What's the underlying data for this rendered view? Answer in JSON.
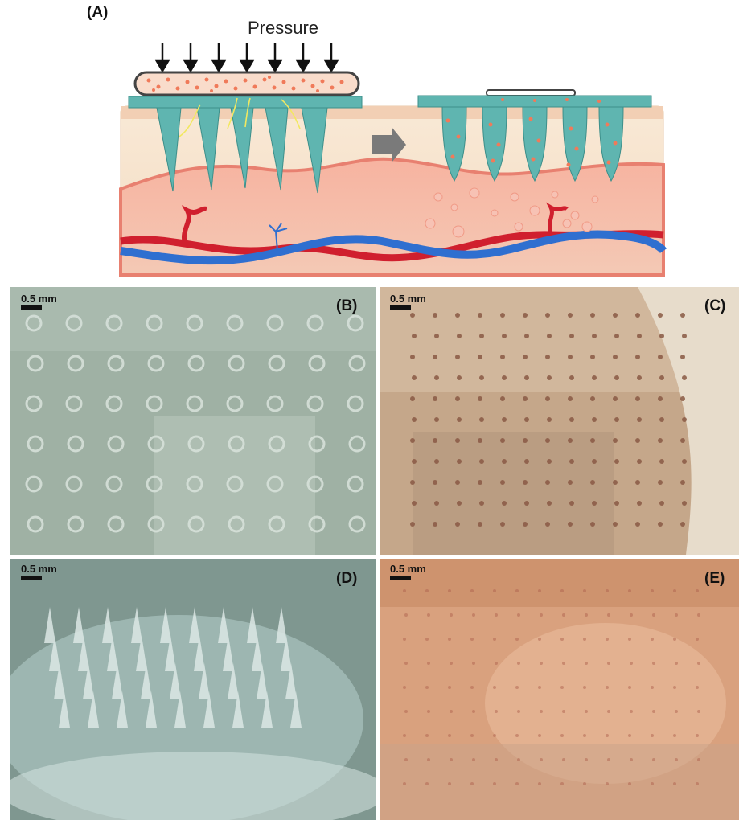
{
  "figure": {
    "panel_a": {
      "label": "(A)",
      "pressure_text": "Pressure"
    },
    "panels": [
      {
        "id": "b",
        "label": "(B)",
        "scale": "0.5 mm"
      },
      {
        "id": "c",
        "label": "(C)",
        "scale": "0.5 mm"
      },
      {
        "id": "d",
        "label": "(D)",
        "scale": "0.5 mm"
      },
      {
        "id": "e",
        "label": "(E)",
        "scale": "0.5 mm"
      }
    ],
    "colors": {
      "needle": "#5fb5b0",
      "skin": "#f2c8b0",
      "tissue": "#f29a86",
      "vein": "#2f6fd0",
      "artery": "#d01f2e",
      "particles": "#f07a5a"
    }
  }
}
